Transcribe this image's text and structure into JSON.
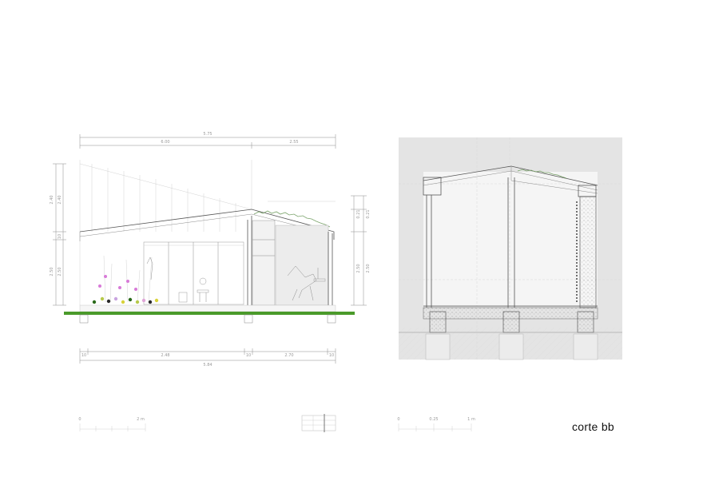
{
  "sheet_title": "corte bb",
  "section": {
    "dims_top": [
      "5.75",
      "6.00",
      "2.55"
    ],
    "dims_bottom": [
      "5.84",
      "2.48",
      "2.70",
      "10",
      "10",
      "10"
    ],
    "dims_left": [
      "2.40",
      "2.40",
      "10",
      "2.50",
      "2.50"
    ],
    "dims_right": [
      "0.21",
      "0.21",
      "2.50",
      "2.50"
    ]
  },
  "scales": {
    "left": [
      "0",
      "2 m"
    ],
    "right": [
      "0",
      "0.25",
      "1 m"
    ]
  },
  "colors": {
    "grass": "#4a9a2a",
    "line": "#555555",
    "flower": "#d87ad8"
  }
}
